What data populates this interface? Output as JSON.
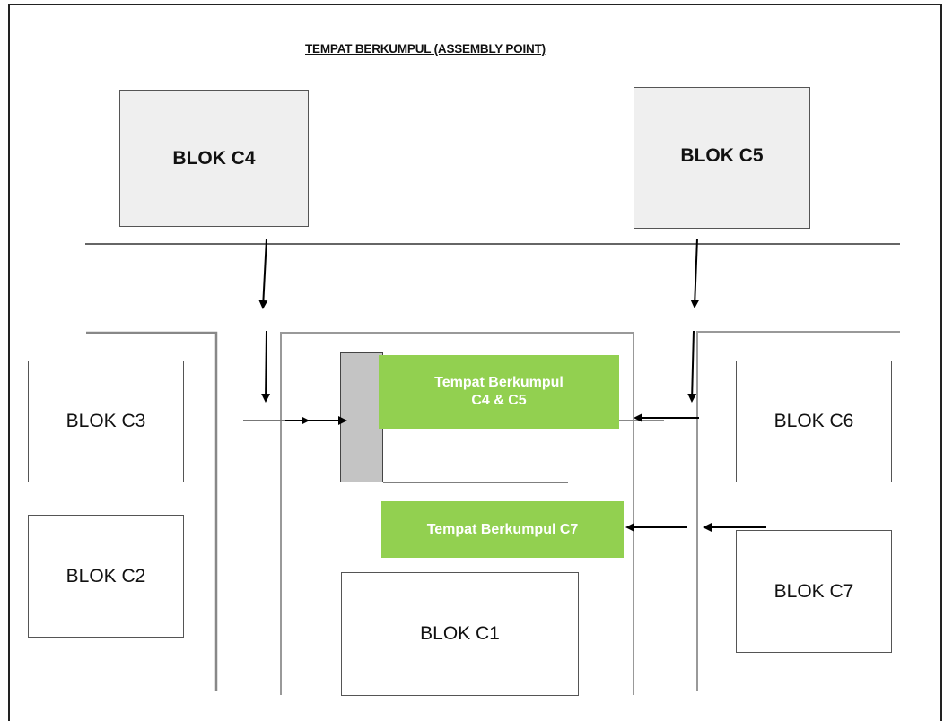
{
  "title": "TEMPAT BERKUMPUL (ASSEMBLY POINT)",
  "blocks": {
    "c4": "BLOK C4",
    "c5": "BLOK C5",
    "c3": "BLOK C3",
    "c6": "BLOK C6",
    "c2": "BLOK C2",
    "c7": "BLOK C7",
    "c1": "BLOK C1"
  },
  "assembly_points": {
    "c4_c5_line1": "Tempat Berkumpul",
    "c4_c5_line2": "C4 & C5",
    "c7": "Tempat Berkumpul C7"
  },
  "colors": {
    "assembly_green": "#92d050",
    "top_block_fill": "#efefef",
    "assembly_area_fill": "#c4c4c4"
  }
}
